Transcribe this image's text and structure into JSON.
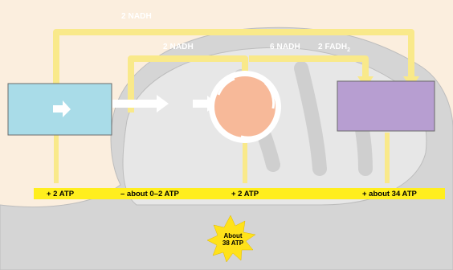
{
  "nadh_top": "2 NADH",
  "nadh_mid": "2 NADH",
  "nadh_right": "6 NADH",
  "fadh_right": "2 FADH",
  "fadh_sub": "2",
  "atp_bar": {
    "glycolysis": "+ 2 ATP",
    "fermentation": "– about 0–2 ATP",
    "krebs": "+ 2 ATP",
    "etc": "+ about 34 ATP"
  },
  "total": {
    "line1": "About",
    "line2": "38 ATP"
  },
  "colors": {
    "background": "#fbeede",
    "mitochondrion": "#c9c9c9",
    "pathway_arrow": "#f9e98a",
    "atp_bar": "#ffee1e",
    "glycolysis_box": "#a9dce8",
    "krebs_circle": "#f7b999",
    "etc_box": "#b79ed1",
    "starburst": "#ffe21a"
  }
}
